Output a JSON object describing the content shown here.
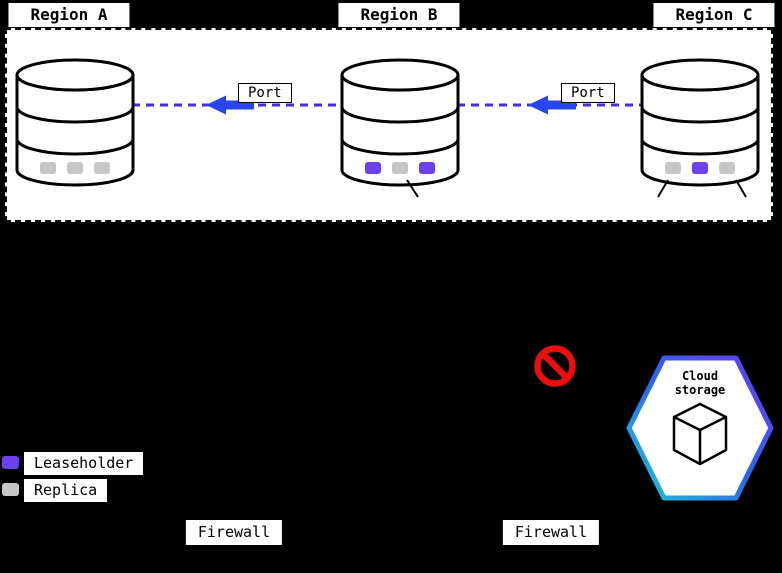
{
  "regions": [
    {
      "label": "Region A"
    },
    {
      "label": "Region B"
    },
    {
      "label": "Region C"
    }
  ],
  "databases": [
    {
      "region": "Region A",
      "slots": [
        "replica",
        "replica",
        "replica"
      ]
    },
    {
      "region": "Region B",
      "slots": [
        "leaseholder",
        "replica",
        "leaseholder"
      ]
    },
    {
      "region": "Region C",
      "slots": [
        "replica",
        "leaseholder",
        "replica"
      ]
    }
  ],
  "port_labels": [
    "Port",
    "Port"
  ],
  "legend": {
    "items": [
      {
        "type": "leaseholder",
        "label": "Leaseholder"
      },
      {
        "type": "replica",
        "label": "Replica"
      }
    ]
  },
  "firewall_labels": [
    "Firewall",
    "Firewall"
  ],
  "cloud_storage": {
    "line1": "Cloud",
    "line2": "storage"
  },
  "colors": {
    "leaseholder": "#6b3ff2",
    "replica": "#c6c6c6",
    "dashed_line": "#4b2be0",
    "arrow": "#2945ee",
    "prohibited": "#e90f0f",
    "hex_gradient_start": "#1fc9d4",
    "hex_gradient_mid": "#2e63ec",
    "hex_gradient_end": "#6a3bf2",
    "background": "#000000"
  }
}
